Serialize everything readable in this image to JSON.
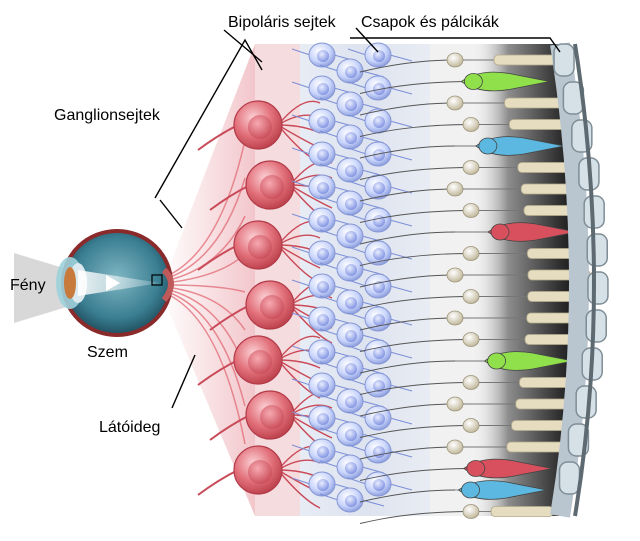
{
  "labels": {
    "bipolar": "Bipoláris sejtek",
    "cones_rods": "Csapok és pálcikák",
    "ganglion": "Ganglionsejtek",
    "light": "Fény",
    "eye": "Szem",
    "optic_nerve": "Látóideg"
  },
  "colors": {
    "ganglion": "#e2707a",
    "bipolar": "#a8b8f0",
    "cone_green": "#8fe04a",
    "cone_blue": "#5cb8e0",
    "cone_red": "#d8505e",
    "rod": "#e6dcc0",
    "epithelium": "#7f8d96"
  }
}
